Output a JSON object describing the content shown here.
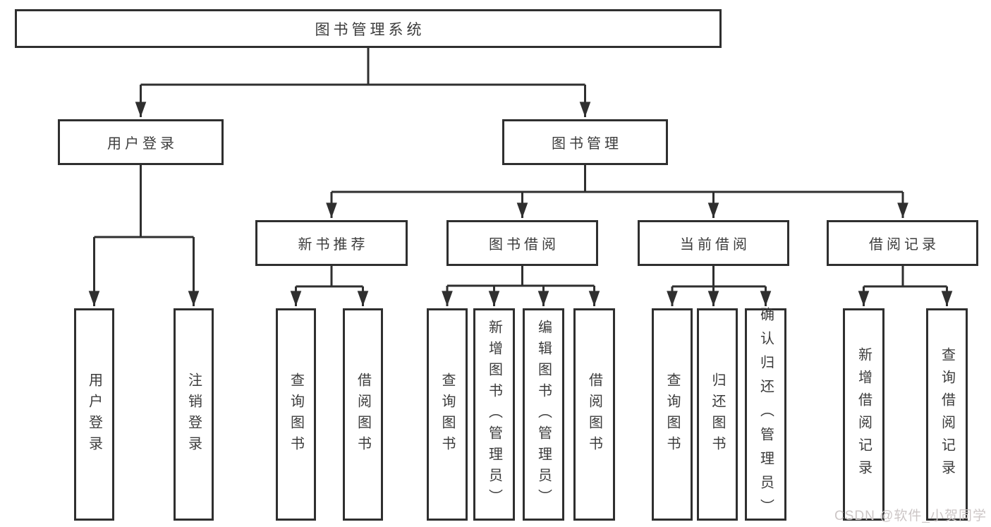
{
  "diagram": {
    "root": "图书管理系统",
    "user_login": {
      "label": "用户登录",
      "children": {
        "login": "用户登录",
        "logout": "注销登录"
      }
    },
    "book_mgmt": {
      "label": "图书管理",
      "groups": {
        "new_book": {
          "label": "新书推荐",
          "children": {
            "search": "查询图书",
            "borrow": "借阅图书"
          }
        },
        "book_borrow": {
          "label": "图书借阅",
          "children": {
            "search": "查询图书",
            "add": "新增图书（管理员）",
            "edit": "编辑图书（管理员）",
            "borrow": "借阅图书"
          }
        },
        "current_borrow": {
          "label": "当前借阅",
          "children": {
            "search": "查询图书",
            "return": "归还图书",
            "confirm": "确认归还（管理员）"
          }
        },
        "record": {
          "label": "借阅记录",
          "children": {
            "add": "新增借阅记录",
            "search": "查询借阅记录"
          }
        }
      }
    }
  },
  "colors": {
    "line": "#2f2f2f",
    "text": "#3c3c3c",
    "watermark": "#ccc6c6"
  },
  "watermark": "CSDN @软件_小贺同学"
}
